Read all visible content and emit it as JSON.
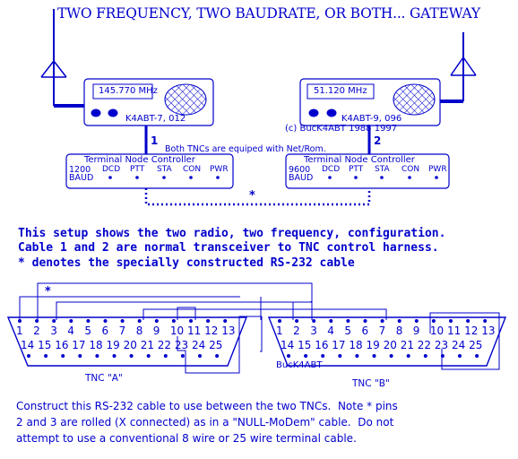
{
  "title": "TWO FREQUENCY, TWO BAUDRATE, OR BOTH... GATEWAY",
  "radios": [
    {
      "freq": "145.770 MHz",
      "callsign": "K4ABT-7, 012"
    },
    {
      "freq": "51.120 MHz",
      "callsign": "K4ABT-9, 096"
    }
  ],
  "copyright": "(c) BucK4ABT 1988 1997",
  "cable_numbers": [
    "1",
    "2"
  ],
  "netrom_note": "Both TNCs are equiped with Net/Rom.",
  "tncs": [
    {
      "title": "Terminal Node Controller",
      "baud": "1200",
      "baud_unit": "BAUD",
      "leds": [
        "DCD",
        "PTT",
        "STA",
        "CON",
        "PWR"
      ]
    },
    {
      "title": "Terminal Node Controller",
      "baud": "9600",
      "baud_unit": "BAUD",
      "leds": [
        "DCD",
        "PTT",
        "STA",
        "CON",
        "PWR"
      ]
    }
  ],
  "rs232_marker": "*",
  "description": [
    "This setup shows the two radio, two frequency, configuration.",
    "Cable 1 and 2 are normal transceiver to TNC control harness.",
    "* denotes the specially constructed RS-232 cable"
  ],
  "connector": {
    "top_pins": [
      "1",
      "2",
      "3",
      "4",
      "5",
      "6",
      "7",
      "8",
      "9",
      "10",
      "11",
      "12",
      "13"
    ],
    "bottom_pins": [
      "14",
      "15",
      "16",
      "17",
      "18",
      "19",
      "20",
      "21",
      "22",
      "23",
      "24",
      "25"
    ],
    "labels": [
      "TNC \"A\"",
      "TNC \"B\""
    ],
    "maker": "BucK4ABT"
  },
  "instructions": [
    "Construct this RS-232 cable to use between the two TNCs.  Note * pins",
    "2 and 3 are rolled (X connected) as in a \"NULL-MoDem\" cable.  Do not",
    "attempt to use a conventional 8 wire or 25 wire terminal cable."
  ],
  "colors": {
    "ink": "#0000cc",
    "background": "#ffffff"
  }
}
